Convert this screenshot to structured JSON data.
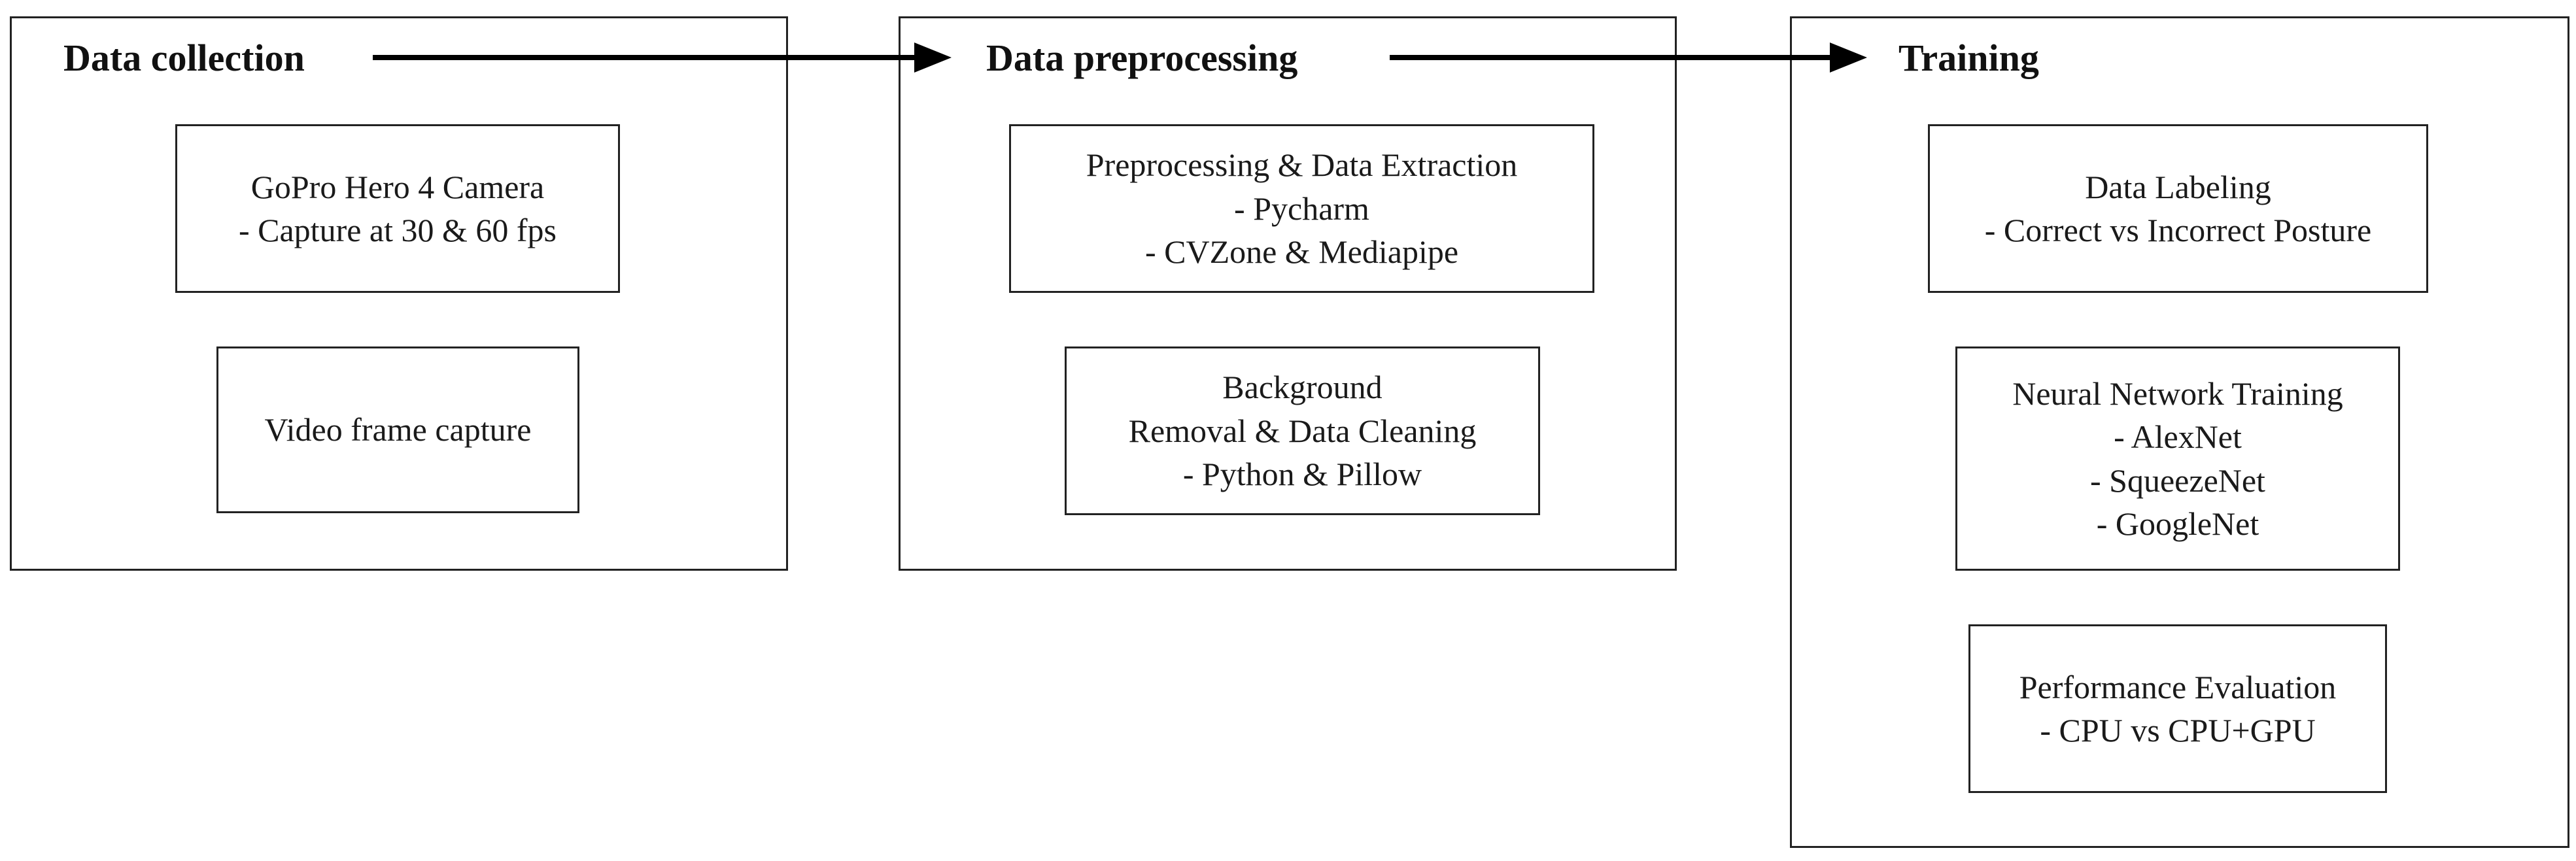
{
  "stages": [
    {
      "title": "Data collection",
      "boxes": [
        {
          "lines": [
            "GoPro Hero 4 Camera",
            "- Capture at 30 & 60 fps"
          ]
        },
        {
          "lines": [
            "Video frame capture"
          ]
        }
      ]
    },
    {
      "title": "Data preprocessing",
      "boxes": [
        {
          "lines": [
            "Preprocessing & Data Extraction",
            "- Pycharm",
            "- CVZone & Mediapipe"
          ]
        },
        {
          "lines": [
            "Background",
            "Removal & Data Cleaning",
            "- Python & Pillow"
          ]
        }
      ]
    },
    {
      "title": "Training",
      "boxes": [
        {
          "lines": [
            "Data Labeling",
            "- Correct vs Incorrect Posture"
          ]
        },
        {
          "lines": [
            "Neural Network Training",
            "- AlexNet",
            "- SqueezeNet",
            "- GoogleNet"
          ]
        },
        {
          "lines": [
            "Performance Evaluation",
            "- CPU vs CPU+GPU"
          ]
        }
      ]
    }
  ]
}
